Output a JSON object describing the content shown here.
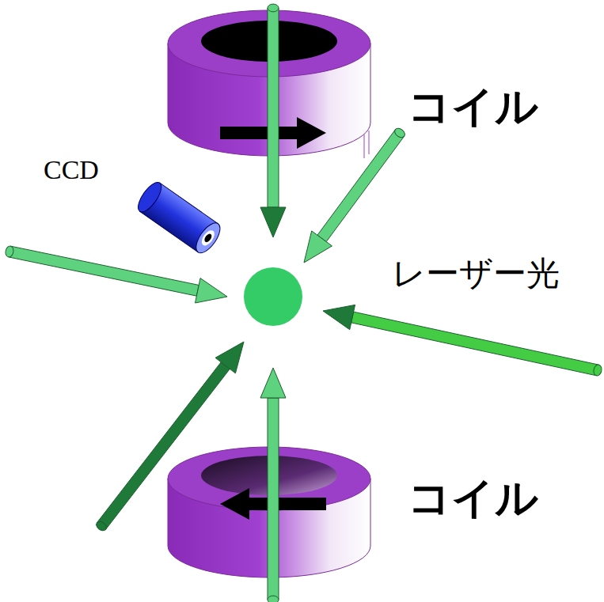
{
  "diagram": {
    "labels": [
      "コイル",
      "CCD",
      "レーザー光",
      "コイル"
    ]
  }
}
